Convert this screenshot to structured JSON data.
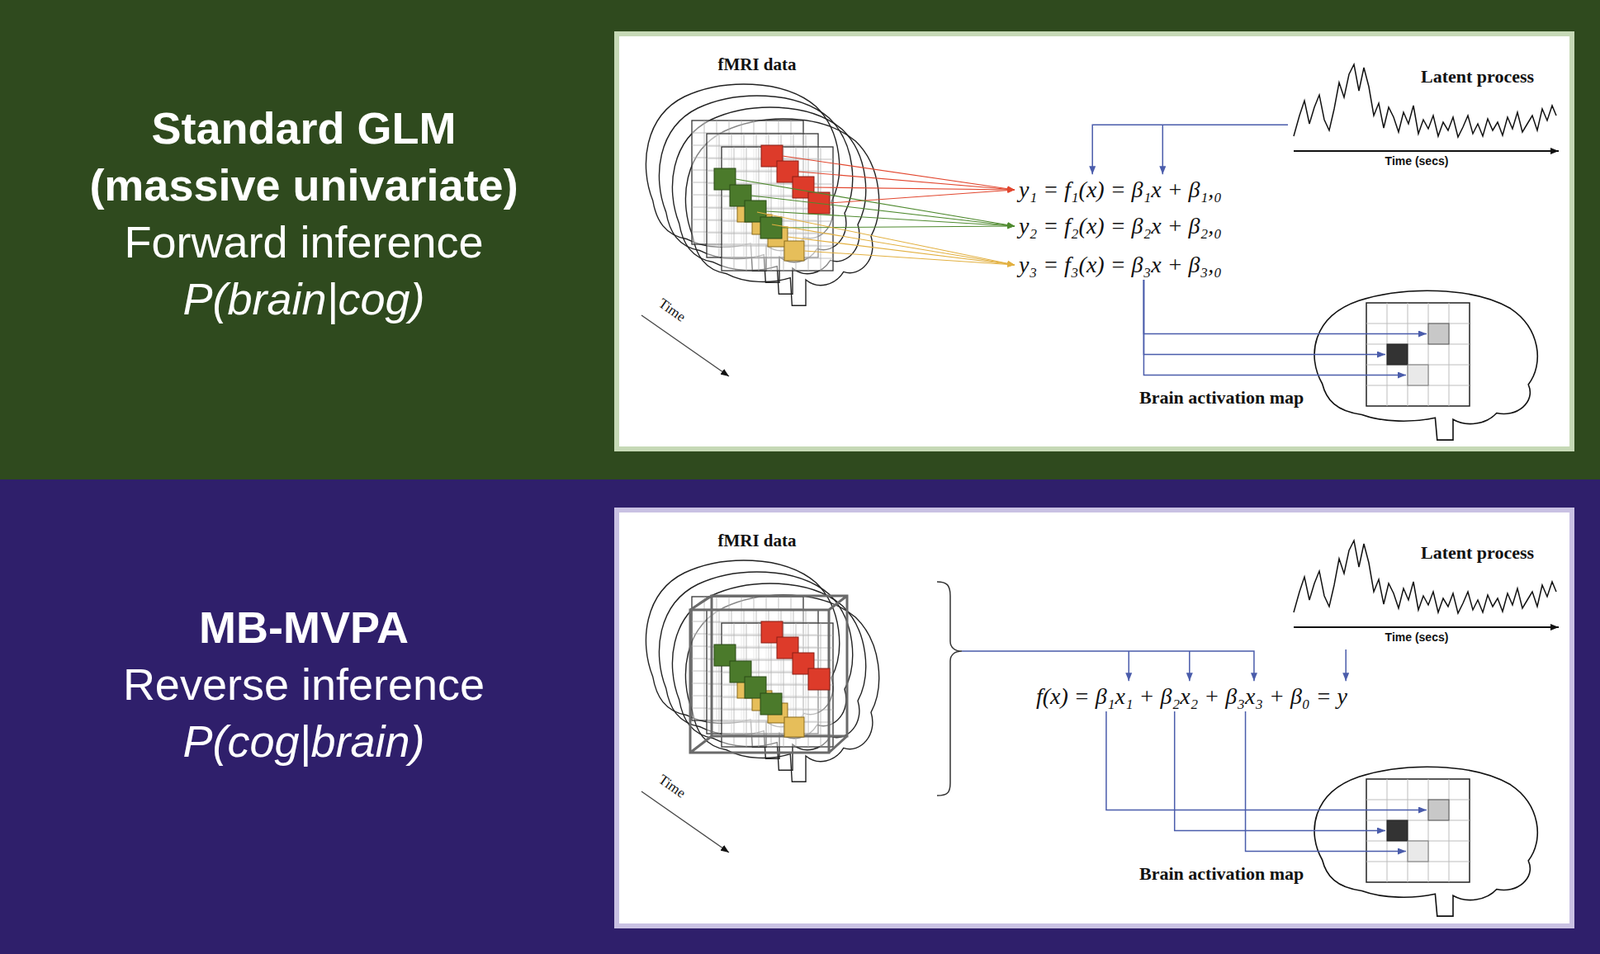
{
  "diagram": {
    "nodes": [
      {
        "text": [
          "Standard GLM (massive univariate)",
          "Forward inference",
          "P(brain|cog)"
        ]
      },
      {
        "text": [
          "fMRI data",
          "Time"
        ],
        "in": 0
      },
      {
        "text": [
          "Latent process",
          "Time (secs)"
        ],
        "in": 0
      },
      {
        "text": [
          "y₁ = f₁(x) = β₁x + β₁,₀"
        ],
        "in": 0
      },
      {
        "text": [
          "y₂ = f₂(x) = β₂x + β₂,₀"
        ],
        "in": 0
      },
      {
        "text": [
          "y₃ = f₃(x) = β₃x + β₃,₀"
        ],
        "in": 0
      },
      {
        "text": [
          "Brain activation map"
        ],
        "in": 0
      },
      {
        "text": [
          "MB-MVPA",
          "Reverse inference",
          "P(cog|brain)"
        ]
      },
      {
        "text": [
          "fMRI data",
          "Time"
        ],
        "in": 7
      },
      {
        "text": [
          "Latent process",
          "Time (secs)"
        ],
        "in": 7
      },
      {
        "text": [
          "f(x) = β₁x₁ + β₂x₂ + β₃x₃ + β₀ = y"
        ],
        "in": 7
      },
      {
        "text": [
          "Brain activation map"
        ],
        "in": 7
      }
    ],
    "edges": [
      {
        "from": 1,
        "to": 3,
        "arrow": "to"
      },
      {
        "from": 1,
        "to": 4,
        "arrow": "to"
      },
      {
        "from": 1,
        "to": 5,
        "arrow": "to"
      },
      {
        "from": 2,
        "to": 3,
        "arrow": "to"
      },
      {
        "from": 5,
        "to": 6,
        "arrow": "to"
      },
      {
        "from": 8,
        "to": 10,
        "arrow": "to"
      },
      {
        "from": 9,
        "to": 10,
        "arrow": "to"
      },
      {
        "from": 10,
        "to": 11,
        "arrow": "to"
      }
    ]
  }
}
